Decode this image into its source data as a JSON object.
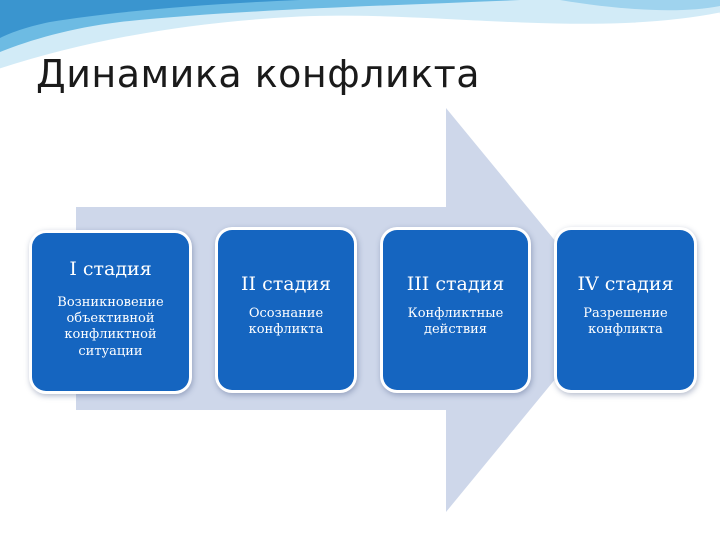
{
  "title": "Динамика конфликта",
  "colors": {
    "box_fill": "#1565c0",
    "arrow_fill": "#ced7ea",
    "wave_light": "#c9e6f5",
    "wave_mid": "#63b4df"
  },
  "stages": [
    {
      "heading": "I стадия",
      "description": "Возникновение объективной конфликтной ситуации"
    },
    {
      "heading": "II стадия",
      "description": "Осознание конфликта"
    },
    {
      "heading": "III стадия",
      "description": "Конфликтные действия"
    },
    {
      "heading": "IV стадия",
      "description": "Разрешение конфликта"
    }
  ]
}
